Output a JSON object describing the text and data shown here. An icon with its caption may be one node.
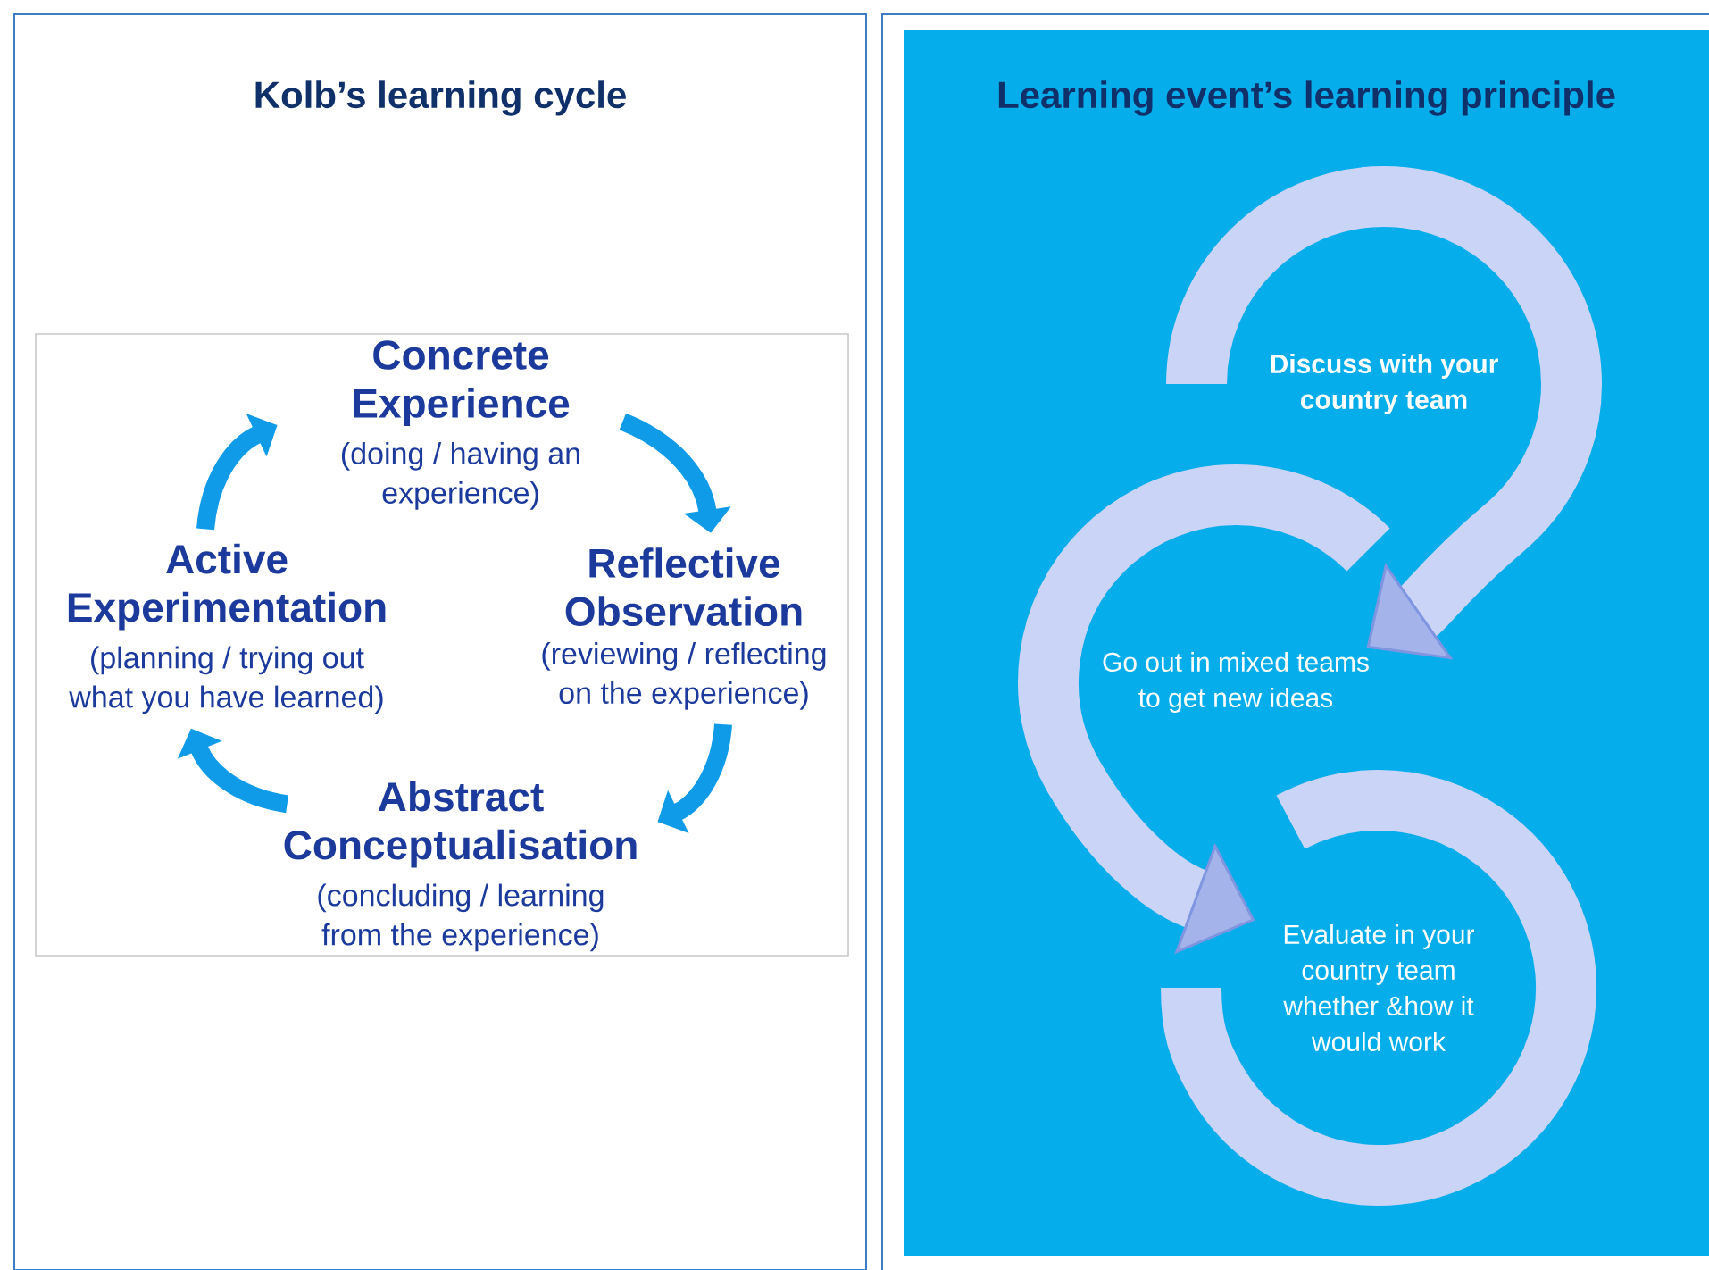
{
  "diagram": {
    "nodes": [
      {
        "text": [
          "Kolb’s learning cycle"
        ]
      },
      {
        "text": [
          "Concrete Experience",
          "(doing / having an experience)"
        ],
        "in": 0
      },
      {
        "text": [
          "Reflective Observation",
          "(reviewing / reflecting on the experience)"
        ],
        "in": 0
      },
      {
        "text": [
          "Abstract Conceptualisation",
          "(concluding / learning from the experience)"
        ],
        "in": 0
      },
      {
        "text": [
          "Active Experimentation",
          "(planning / trying out what you have learned)"
        ],
        "in": 0
      },
      {
        "text": [
          "Learning event’s learning principle"
        ]
      },
      {
        "text": [
          "Discuss with your country team"
        ],
        "in": 5
      },
      {
        "text": [
          "Go out in mixed teams to get new ideas"
        ],
        "in": 5
      },
      {
        "text": [
          "Evaluate in your country team whether &how it would work"
        ],
        "in": 5
      }
    ],
    "edges": [
      {
        "from": 1,
        "to": 2,
        "arrow": "to"
      },
      {
        "from": 2,
        "to": 3,
        "arrow": "to"
      },
      {
        "from": 3,
        "to": 4,
        "arrow": "to"
      },
      {
        "from": 4,
        "to": 1,
        "arrow": "to"
      },
      {
        "from": 6,
        "to": 7,
        "arrow": "to",
        "style": "thick",
        "color": "#cad4f6"
      },
      {
        "from": 7,
        "to": 8,
        "arrow": "to",
        "style": "thick",
        "color": "#cad4f6"
      },
      {
        "from": 8,
        "to": 8,
        "arrow": "none",
        "style": "thick",
        "color": "#cad4f6"
      }
    ]
  }
}
